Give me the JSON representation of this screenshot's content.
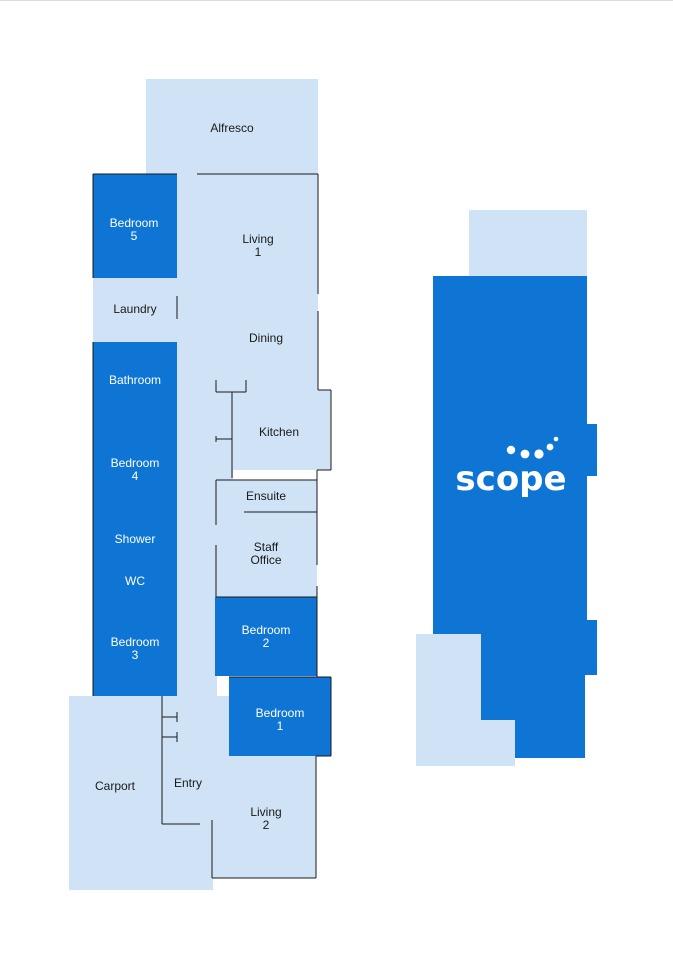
{
  "colors": {
    "light_room": "#cfe2f6",
    "dark_room": "#0f75d5",
    "wall": "#1a1a1a",
    "dark_label": "#ffffff",
    "light_label": "#1a1a1a"
  },
  "rooms": {
    "alfresco": [
      "Alfresco"
    ],
    "living1": [
      "Living",
      "1"
    ],
    "bedroom5": [
      "Bedroom",
      "5"
    ],
    "laundry": [
      "Laundry"
    ],
    "dining": [
      "Dining"
    ],
    "bathroom": [
      "Bathroom"
    ],
    "kitchen": [
      "Kitchen"
    ],
    "bedroom4": [
      "Bedroom",
      "4"
    ],
    "ensuite": [
      "Ensuite"
    ],
    "shower": [
      "Shower"
    ],
    "staff_office": [
      "Staff",
      "Office"
    ],
    "wc": [
      "WC"
    ],
    "bedroom3": [
      "Bedroom",
      "3"
    ],
    "bedroom2": [
      "Bedroom",
      "2"
    ],
    "bedroom1": [
      "Bedroom",
      "1"
    ],
    "carport": [
      "Carport"
    ],
    "entry": [
      "Entry"
    ],
    "living2": [
      "Living",
      "2"
    ]
  },
  "logo": {
    "wordmark": "scope",
    "icon": "dots-arc-icon"
  }
}
